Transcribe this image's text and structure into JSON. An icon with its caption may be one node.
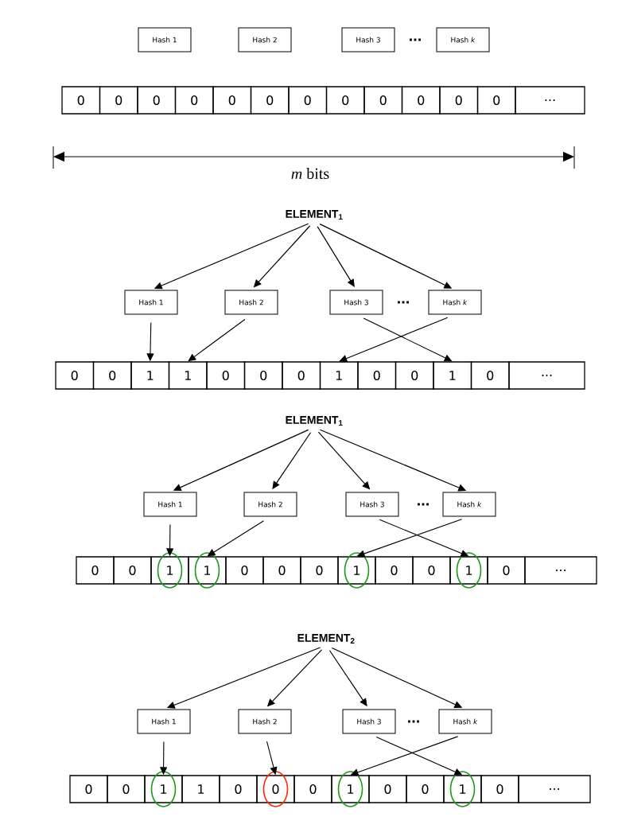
{
  "diagram": {
    "nodes": [
      {
        "text": [
          "Hash 1"
        ]
      },
      {
        "text": [
          "Hash 2"
        ]
      },
      {
        "text": [
          "Hash 3"
        ]
      },
      {
        "text": [
          "Hash *k*"
        ]
      },
      {
        "text": [
          "0"
        ]
      },
      {
        "text": [
          "0"
        ]
      },
      {
        "text": [
          "0"
        ]
      },
      {
        "text": [
          "0"
        ]
      },
      {
        "text": [
          "0"
        ]
      },
      {
        "text": [
          "0"
        ]
      },
      {
        "text": [
          "0"
        ]
      },
      {
        "text": [
          "0"
        ]
      },
      {
        "text": [
          "0"
        ]
      },
      {
        "text": [
          "0"
        ]
      },
      {
        "text": [
          "0"
        ]
      },
      {
        "text": [
          "0"
        ]
      },
      {
        "text": [
          "..."
        ]
      },
      {
        "text": [
          "ELEMENT$_{1}$"
        ]
      },
      {
        "text": [
          "Hash 1"
        ]
      },
      {
        "text": [
          "Hash 2"
        ]
      },
      {
        "text": [
          "Hash 3"
        ]
      },
      {
        "text": [
          "Hash *k*"
        ]
      },
      {
        "text": [
          "0"
        ]
      },
      {
        "text": [
          "0"
        ]
      },
      {
        "text": [
          "1"
        ]
      },
      {
        "text": [
          "1"
        ]
      },
      {
        "text": [
          "0"
        ]
      },
      {
        "text": [
          "0"
        ]
      },
      {
        "text": [
          "0"
        ]
      },
      {
        "text": [
          "1"
        ]
      },
      {
        "text": [
          "0"
        ]
      },
      {
        "text": [
          "0"
        ]
      },
      {
        "text": [
          "1"
        ]
      },
      {
        "text": [
          "0"
        ]
      },
      {
        "text": [
          "..."
        ]
      },
      {
        "text": [
          "ELEMENT$_{1}$"
        ]
      },
      {
        "text": [
          "Hash 1"
        ]
      },
      {
        "text": [
          "Hash 2"
        ]
      },
      {
        "text": [
          "Hash 3"
        ]
      },
      {
        "text": [
          "Hash *k*"
        ]
      },
      {
        "text": [
          "0"
        ]
      },
      {
        "text": [
          "0"
        ]
      },
      {
        "text": [],
        "shape": "box"
      },
      {
        "text": [],
        "shape": "box"
      },
      {
        "text": [
          "0"
        ]
      },
      {
        "text": [
          "0"
        ]
      },
      {
        "text": [
          "0"
        ]
      },
      {
        "text": [],
        "shape": "box"
      },
      {
        "text": [
          "0"
        ]
      },
      {
        "text": [
          "0"
        ]
      },
      {
        "text": [],
        "shape": "box"
      },
      {
        "text": [
          "0"
        ]
      },
      {
        "text": [
          "..."
        ]
      },
      {
        "text": [
          "1"
        ],
        "in": 42
      },
      {
        "text": [
          "1"
        ],
        "in": 43
      },
      {
        "text": [
          "1"
        ],
        "in": 47
      },
      {
        "text": [
          "1"
        ],
        "in": 50
      },
      {
        "text": [
          "ELEMENT$_{2}$"
        ]
      },
      {
        "text": [
          "Hash 1"
        ]
      },
      {
        "text": [
          "Hash 2"
        ]
      },
      {
        "text": [
          "Hash 3"
        ]
      },
      {
        "text": [
          "Hash *k*"
        ]
      },
      {
        "text": [
          "0"
        ]
      },
      {
        "text": [
          "0"
        ]
      },
      {
        "text": [],
        "shape": "box"
      },
      {
        "text": [
          "1"
        ]
      },
      {
        "text": [
          "0"
        ]
      },
      {
        "text": [],
        "shape": "box"
      },
      {
        "text": [
          "0"
        ]
      },
      {
        "text": [],
        "shape": "box"
      },
      {
        "text": [
          "0"
        ]
      },
      {
        "text": [
          "0"
        ]
      },
      {
        "text": [],
        "shape": "box"
      },
      {
        "text": [
          "0"
        ]
      },
      {
        "text": [
          "..."
        ]
      },
      {
        "text": [
          "1"
        ],
        "in": 64
      },
      {
        "text": [
          "0"
        ],
        "in": 67
      },
      {
        "text": [
          "1"
        ],
        "in": 69
      },
      {
        "text": [
          "1"
        ],
        "in": 72
      }
    ],
    "edges": [
      {
        "from": 17,
        "to": 18,
        "arrow": "to"
      },
      {
        "from": 17,
        "to": 19,
        "arrow": "to"
      },
      {
        "from": 17,
        "to": 20,
        "arrow": "to"
      },
      {
        "from": 17,
        "to": 21,
        "arrow": "to"
      },
      {
        "from": 18,
        "to": 24,
        "arrow": "to"
      },
      {
        "from": 19,
        "to": 25,
        "arrow": "to"
      },
      {
        "from": 20,
        "to": 32,
        "arrow": "to"
      },
      {
        "from": 21,
        "to": 29,
        "arrow": "to"
      },
      {
        "from": 35,
        "to": 36,
        "arrow": "to"
      },
      {
        "from": 35,
        "to": 37,
        "arrow": "to"
      },
      {
        "from": 35,
        "to": 38,
        "arrow": "to"
      },
      {
        "from": 35,
        "to": 39,
        "arrow": "to"
      },
      {
        "from": 36,
        "to": 42,
        "arrow": "to"
      },
      {
        "from": 37,
        "to": 43,
        "arrow": "to"
      },
      {
        "from": 38,
        "to": 50,
        "arrow": "to"
      },
      {
        "from": 39,
        "to": 47,
        "arrow": "to"
      },
      {
        "from": 57,
        "to": 58,
        "arrow": "to"
      },
      {
        "from": 57,
        "to": 59,
        "arrow": "to"
      },
      {
        "from": 57,
        "to": 60,
        "arrow": "to"
      },
      {
        "from": 57,
        "to": 61,
        "arrow": "to"
      },
      {
        "from": 58,
        "to": 64,
        "arrow": "to"
      },
      {
        "from": 59,
        "to": 67,
        "arrow": "to"
      },
      {
        "from": 60,
        "to": 72,
        "arrow": "to"
      },
      {
        "from": 61,
        "to": 69,
        "arrow": "to"
      }
    ],
    "labels": [
      "...",
      "*m* bits",
      "...",
      "...",
      "..."
    ]
  }
}
